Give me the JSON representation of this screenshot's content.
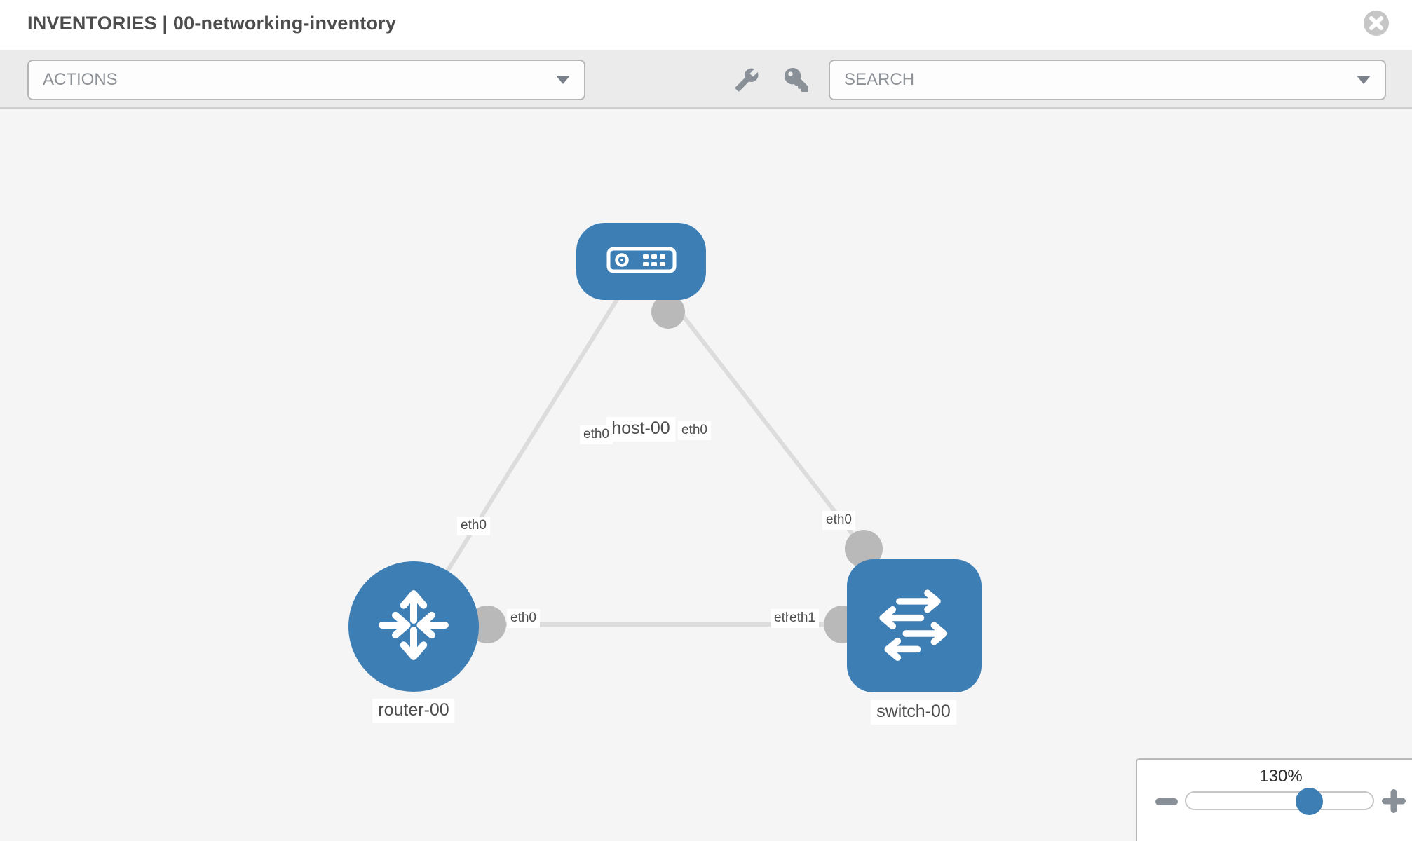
{
  "header": {
    "section": "INVENTORIES",
    "separator": " | ",
    "inventory_name": "00-networking-inventory"
  },
  "toolbar": {
    "actions_label": "ACTIONS",
    "search_placeholder": "SEARCH",
    "icons": [
      "wrench-icon",
      "key-icon"
    ]
  },
  "topology": {
    "nodes": [
      {
        "label": "host-00",
        "type": "host"
      },
      {
        "label": "router-00",
        "type": "router"
      },
      {
        "label": "switch-00",
        "type": "switch"
      }
    ],
    "links": [
      {
        "from": "host-00",
        "to": "router-00",
        "from_interface": "eth0",
        "to_interface": "eth0"
      },
      {
        "from": "host-00",
        "to": "switch-00",
        "from_interface": "eth0",
        "to_interface": "eth0"
      },
      {
        "from": "router-00",
        "to": "switch-00",
        "from_interface": "eth0",
        "to_interface": "eth1"
      }
    ],
    "eth_labels": {
      "host_left": "eth0",
      "host_right": "eth0",
      "router_top": "eth0",
      "switch_top": "eth0",
      "bottom_left": "eth0",
      "bottom_right_back": "eth0",
      "bottom_right_front": "eth1"
    }
  },
  "zoom_control": {
    "level": "130%"
  },
  "colors": {
    "node_blue": "#3d7eb5",
    "link_gray": "#dcdcdc",
    "dot_gray": "#b9b9b9",
    "canvas_bg": "#f5f5f5"
  }
}
